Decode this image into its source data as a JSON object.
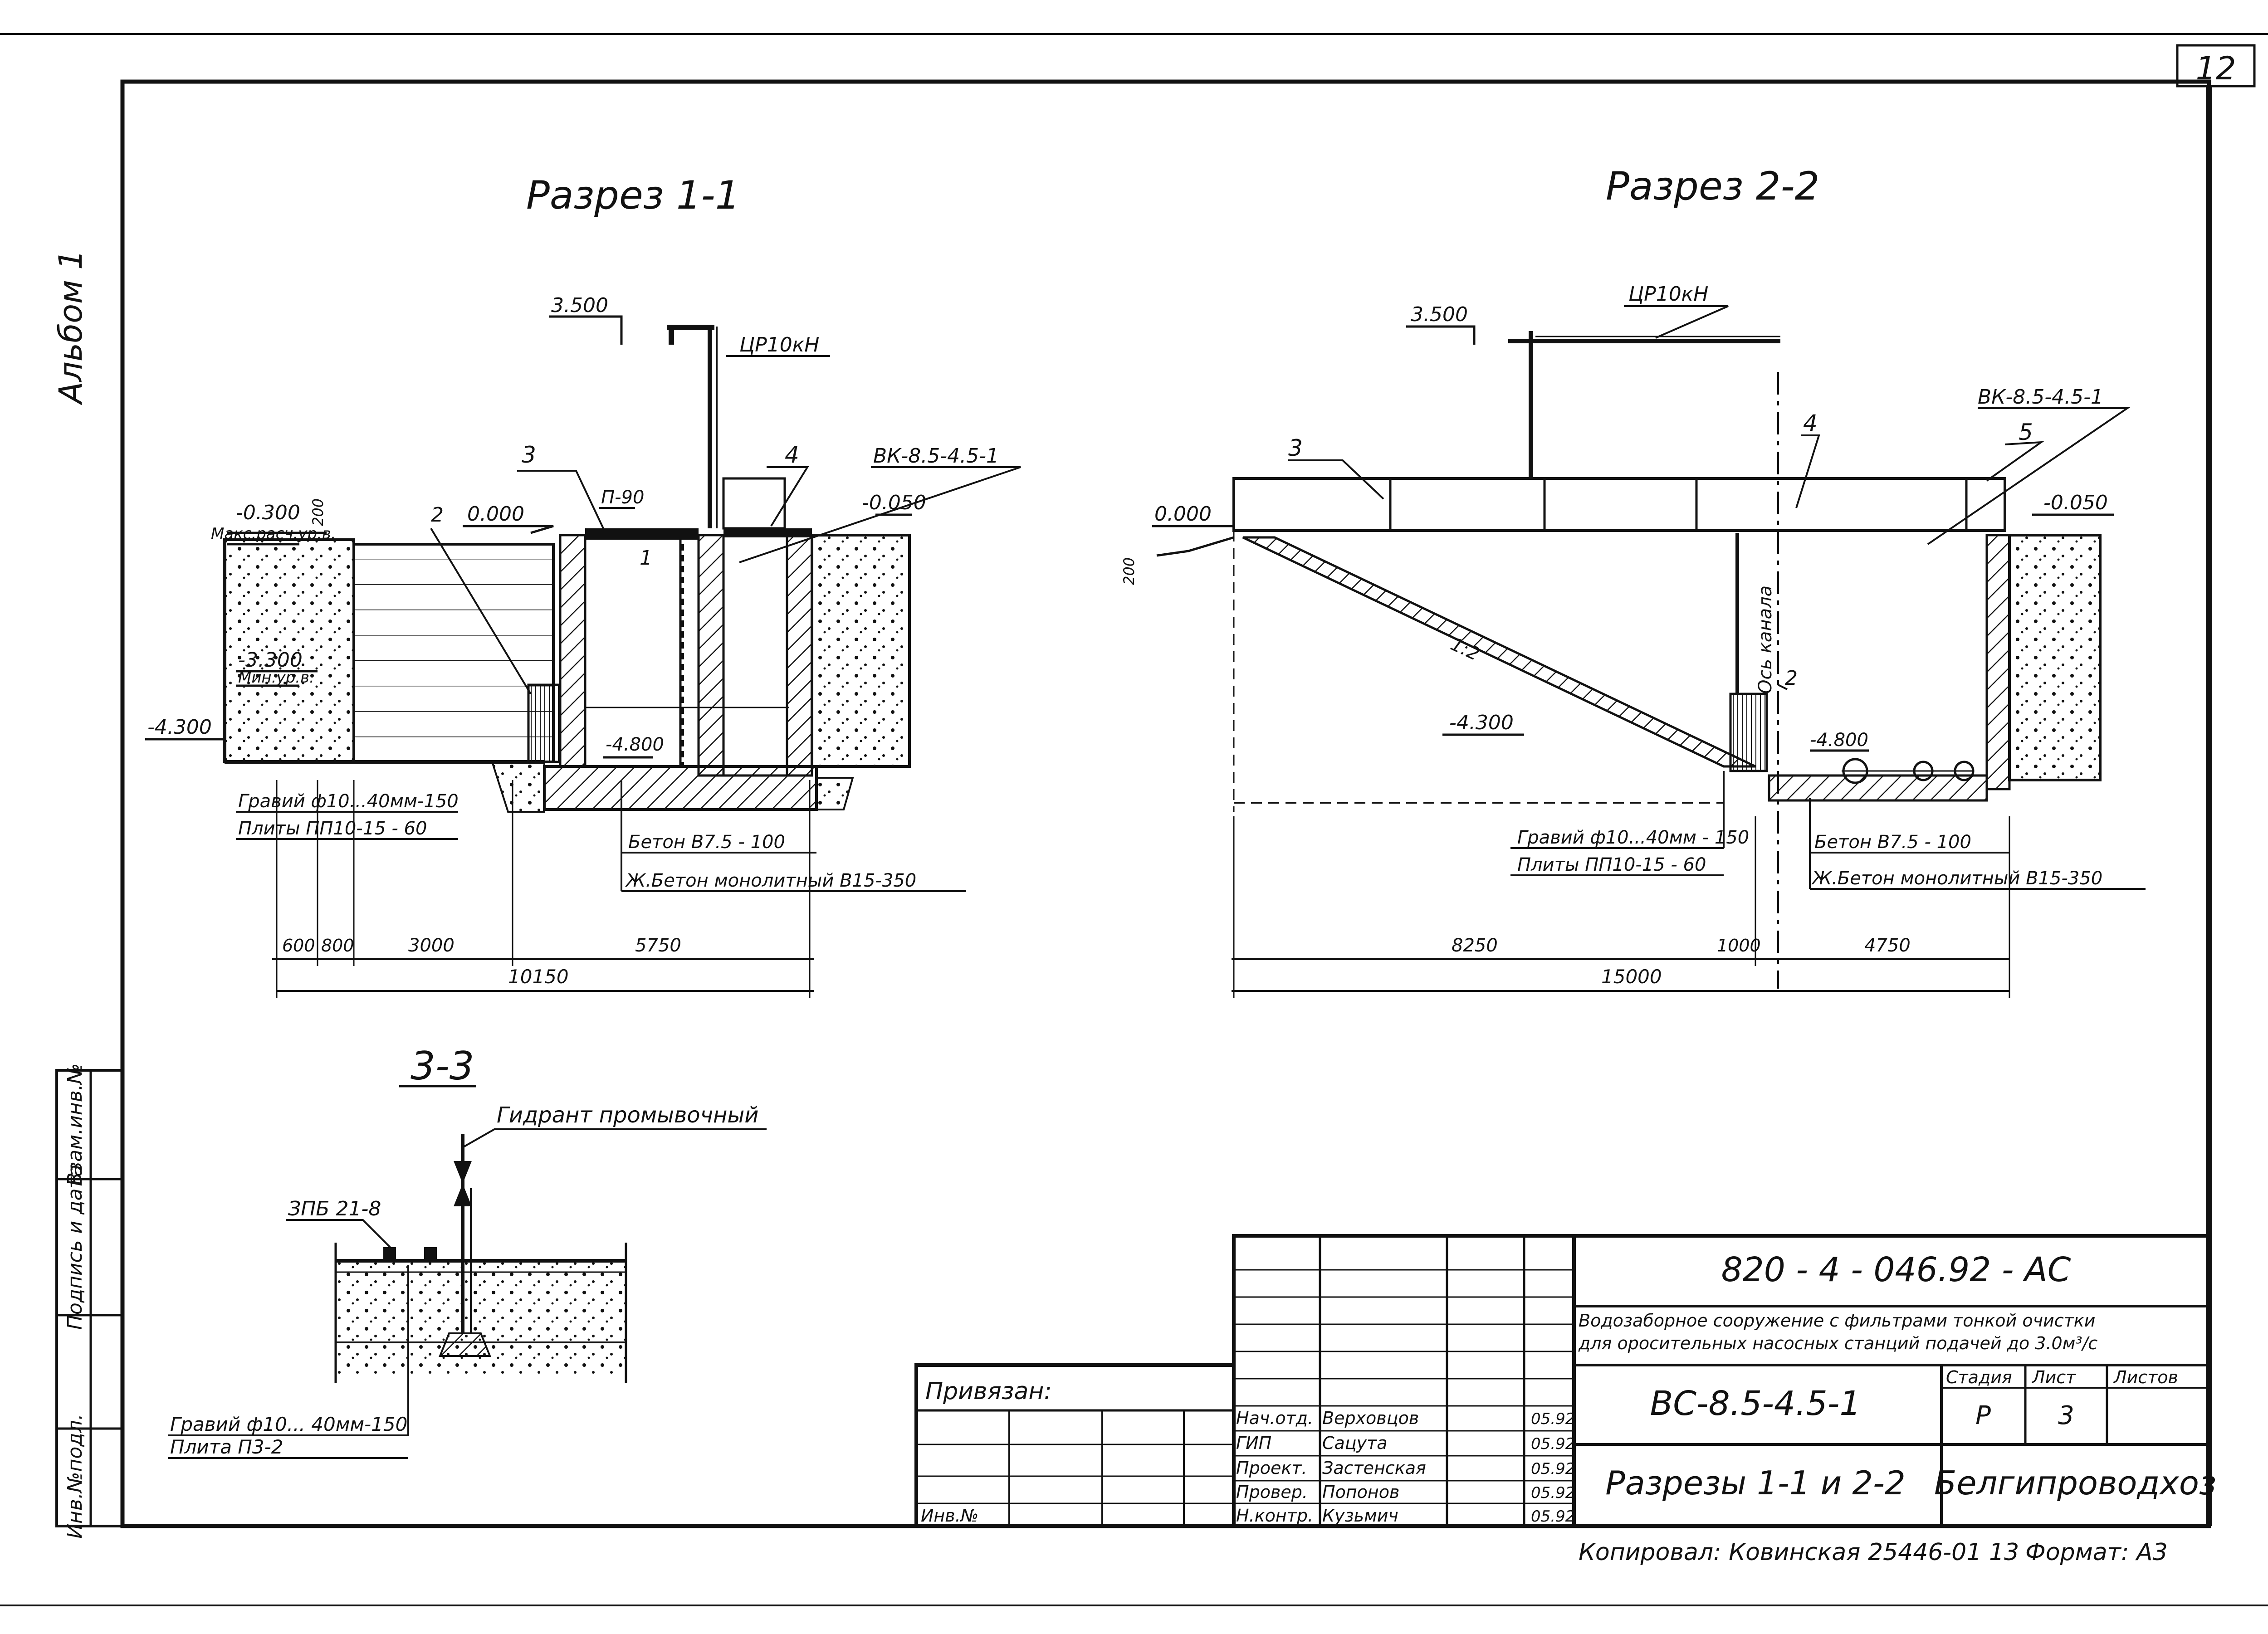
{
  "sheet_number": "12",
  "album_label": "Альбом 1",
  "section_1": {
    "title": "Разрез 1-1",
    "elev_top": "3.500",
    "pipe_label": "ЦР10кН",
    "callout_3": "3",
    "callout_4": "4",
    "callout_2": "2",
    "callout_1": "1",
    "vk_label": "ВК-8.5-4.5-1",
    "p90": "П-90",
    "elev_0300": "-0.300",
    "max_level": "Макс.расч.ур.в.",
    "dim_200": "200",
    "elev_0000": "0.000",
    "elev_0050": "-0.050",
    "elev_3300": "-3.300",
    "min_level": "Мин.ур.в.",
    "elev_4300": "-4.300",
    "elev_4800": "-4.800",
    "gravel": "Гравий ф10...40мм-150",
    "slabs": "Плиты ПП10-15 - 60",
    "concrete": "Бетон В7.5 - 100",
    "rc_concrete": "Ж.Бетон монолитный В15-350",
    "dims": [
      "600",
      "800",
      "3000",
      "5750"
    ],
    "dim_total": "10150"
  },
  "section_2": {
    "title": "Разрез 2-2",
    "elev_top": "3.500",
    "pipe_label": "ЦР10кН",
    "vk_label": "ВК-8.5-4.5-1",
    "callout_3": "3",
    "callout_4": "4",
    "callout_5": "5",
    "callout_2": "2",
    "slope": "1:2",
    "elev_0000": "0.000",
    "elev_0050": "-0.050",
    "dim_200": "200",
    "axis": "Ось канала",
    "elev_4300": "-4.300",
    "elev_4800": "-4.800",
    "gravel": "Гравий ф10...40мм - 150",
    "slabs": "Плиты ПП10-15 - 60",
    "concrete": "Бетон В7.5 - 100",
    "rc_concrete": "Ж.Бетон монолитный В15-350",
    "dims": [
      "8250",
      "1000",
      "4750"
    ],
    "dim_total": "15000"
  },
  "section_3": {
    "title": "3-3",
    "hydrant": "Гидрант промывочный",
    "zpb": "ЗПБ 21-8",
    "gravel": "Гравий ф10... 40мм-150",
    "slab": "Плита П3-2"
  },
  "side_stamp": [
    "Взам.инв.№",
    "Подпись и дата",
    "Инв.№подл."
  ],
  "title_block": {
    "code": "820 - 4 - 046.92 - АС",
    "description_1": "Водозаборное сооружение с фильтрами тонкой очистки",
    "description_2": "для оросительных насосных станций подачей до 3.0м³/с",
    "mark": "ВС-8.5-4.5-1",
    "sheet_title": "Разрезы 1-1 и 2-2",
    "org": "Белгипроводхоз",
    "stage_h": "Стадия",
    "sheet_h": "Лист",
    "sheets_h": "Листов",
    "stage": "Р",
    "sheet": "3",
    "bound": "Привязан:",
    "inv": "Инв.№",
    "roles": [
      "Нач.отд.",
      "ГИП",
      "Проект.",
      "Провер.",
      "Н.контр."
    ],
    "names": [
      "Верховцов",
      "Сацута",
      "Застенская",
      "Попонов",
      "Кузьмич"
    ],
    "dates": [
      "05.92",
      "05.92",
      "05.92",
      "05.92",
      "05.92"
    ]
  },
  "footer": {
    "copied": "Копировал: Ковинская 25446-01",
    "number": "13",
    "format": "Формат: А3"
  }
}
